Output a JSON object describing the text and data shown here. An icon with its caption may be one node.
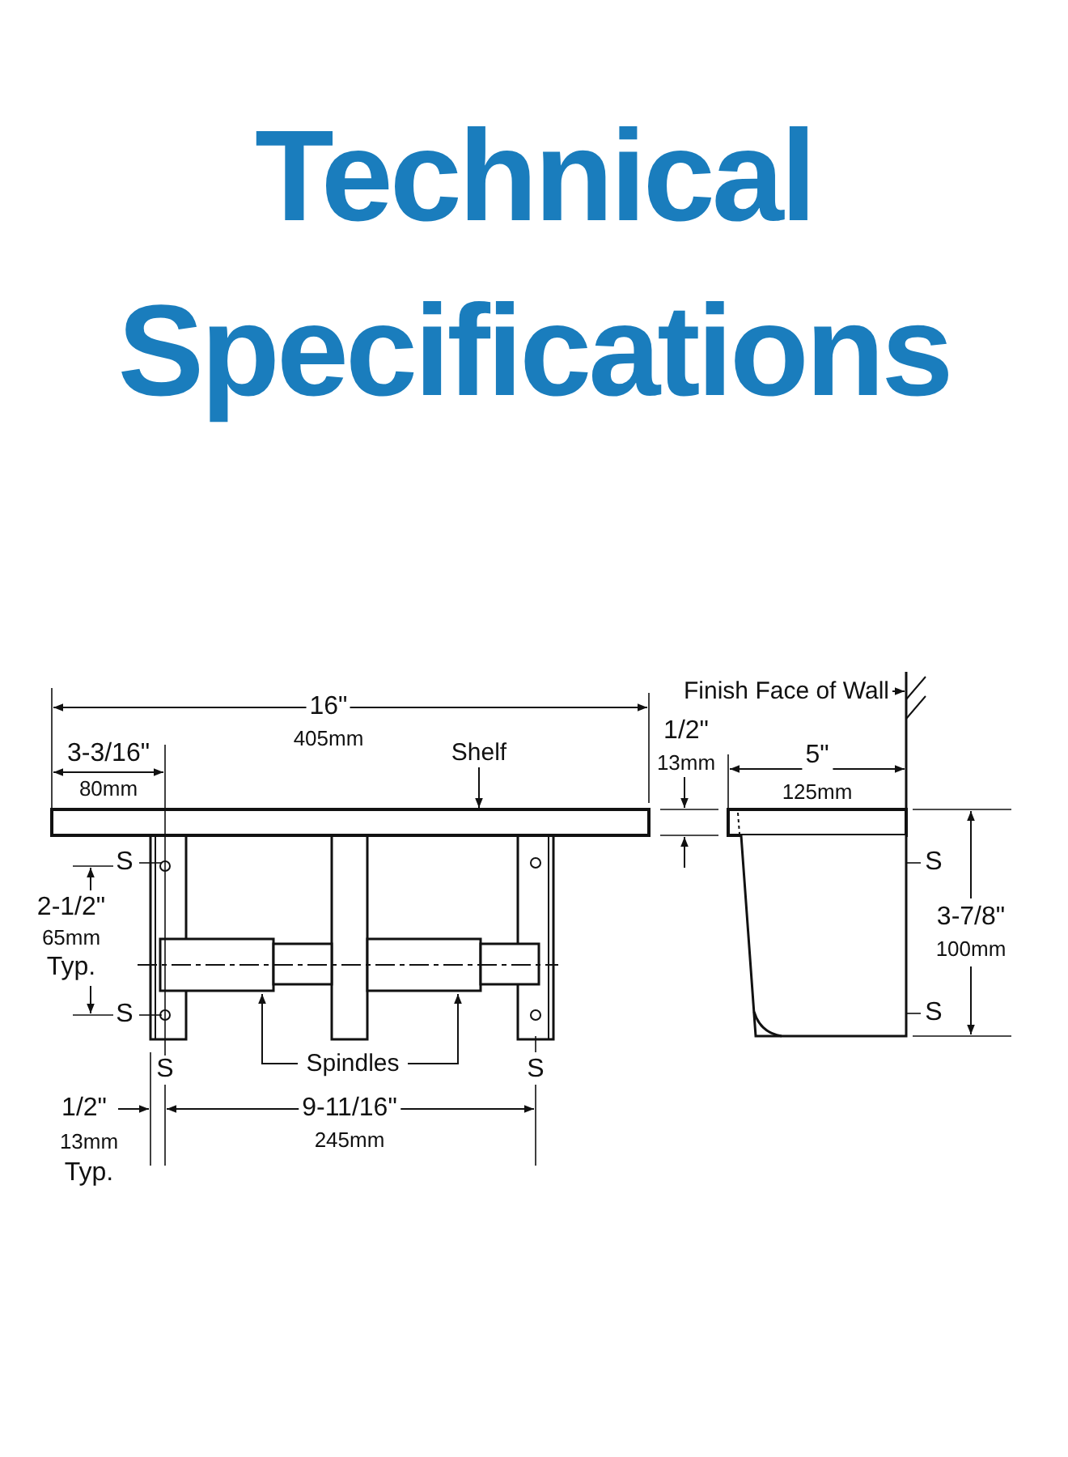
{
  "diagram": {
    "title": "Technical Specifications",
    "nodes": [
      {
        "text": [
          "Shelf"
        ]
      },
      {
        "text": [],
        "shape": "bar"
      },
      {
        "text": [
          "Spindles"
        ]
      },
      {
        "text": [],
        "shape": "cylinder"
      },
      {
        "text": [],
        "shape": "cylinder"
      },
      {
        "text": [
          "Finish Face of Wall"
        ]
      },
      {
        "text": [],
        "shape": "bar"
      }
    ],
    "edges": [
      {
        "from": 0,
        "to": 1,
        "arrow": "to"
      },
      {
        "from": 2,
        "to": 3,
        "arrow": "to"
      },
      {
        "from": 2,
        "to": 4,
        "arrow": "to"
      },
      {
        "from": 5,
        "to": 6,
        "arrow": "to"
      }
    ],
    "labels": [
      "16\"",
      "405mm",
      "1/2\"",
      "13mm",
      "3-3/16\"",
      "80mm",
      "5\"",
      "125mm",
      "S",
      "S",
      "2-1/2\"",
      "65mm",
      "Typ.",
      "3-7/8\"",
      "100mm",
      "S",
      "S",
      "S",
      "S",
      "1/2\"",
      "13mm",
      "Typ.",
      "9-11/16\"",
      "245mm"
    ]
  }
}
